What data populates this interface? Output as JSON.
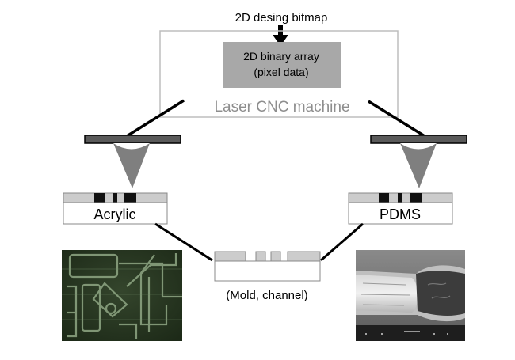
{
  "diagram": {
    "input_label": "2D desing bitmap",
    "array_label_line1": "2D binary array",
    "array_label_line2": "(pixel data)",
    "machine_label": "Laser CNC machine",
    "left_material_label": "Acrylic",
    "right_material_label": "PDMS",
    "output_label": "(Mold, channel)"
  },
  "colors": {
    "machine_frame": "#bdbdbd",
    "array_box": "#a8a8a8",
    "laser_head": "#5a5a5a",
    "beam": "#7f7f7f",
    "material_top": "#cccccc",
    "pixel_dark": "#111111",
    "photo_left_bg": "#24331f",
    "photo_right_bg": "#6f6f6f"
  }
}
